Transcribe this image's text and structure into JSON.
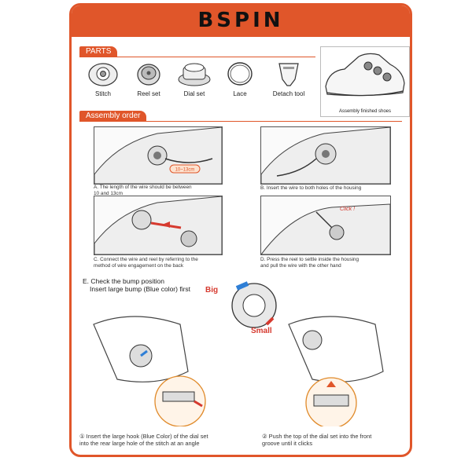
{
  "brand": "BSPIN",
  "sections": {
    "parts_title": "PARTS",
    "assembly_title": "Assembly order"
  },
  "parts": [
    {
      "label": "Stitch",
      "icon": "stitch-icon"
    },
    {
      "label": "Reel set",
      "icon": "reel-set-icon"
    },
    {
      "label": "Dial set",
      "icon": "dial-set-icon"
    },
    {
      "label": "Lace",
      "icon": "lace-icon"
    },
    {
      "label": "Detach tool",
      "icon": "detach-tool-icon"
    }
  ],
  "shoe_caption": "Assembly finished shoes",
  "steps": {
    "a": "A. The length of the wire should be between\n10 and 13cm",
    "a_tag": "10~13cm",
    "b": "B. Insert the wire to both holes of the housing",
    "c": "C. Connect the wire and reel by referring to the\nmethod of wire engagement on the back",
    "d": "D. Press the reel to settle inside the housing\nand pull the wire with the other hand",
    "d_tag": "Click !"
  },
  "step_e": {
    "title": "E. Check the bump position",
    "subtitle": "Insert large bump (Blue color) first",
    "big": "Big",
    "small": "Small"
  },
  "final_steps": {
    "one": "① Insert the large hook (Blue Color) of the dial set\ninto the rear large hole of the stitch at an angle",
    "two": "② Push the top of the dial set into the front\ngroove until it clicks"
  },
  "colors": {
    "accent": "#e0562a",
    "blue": "#2f7fd6",
    "red": "#d63a2f"
  }
}
